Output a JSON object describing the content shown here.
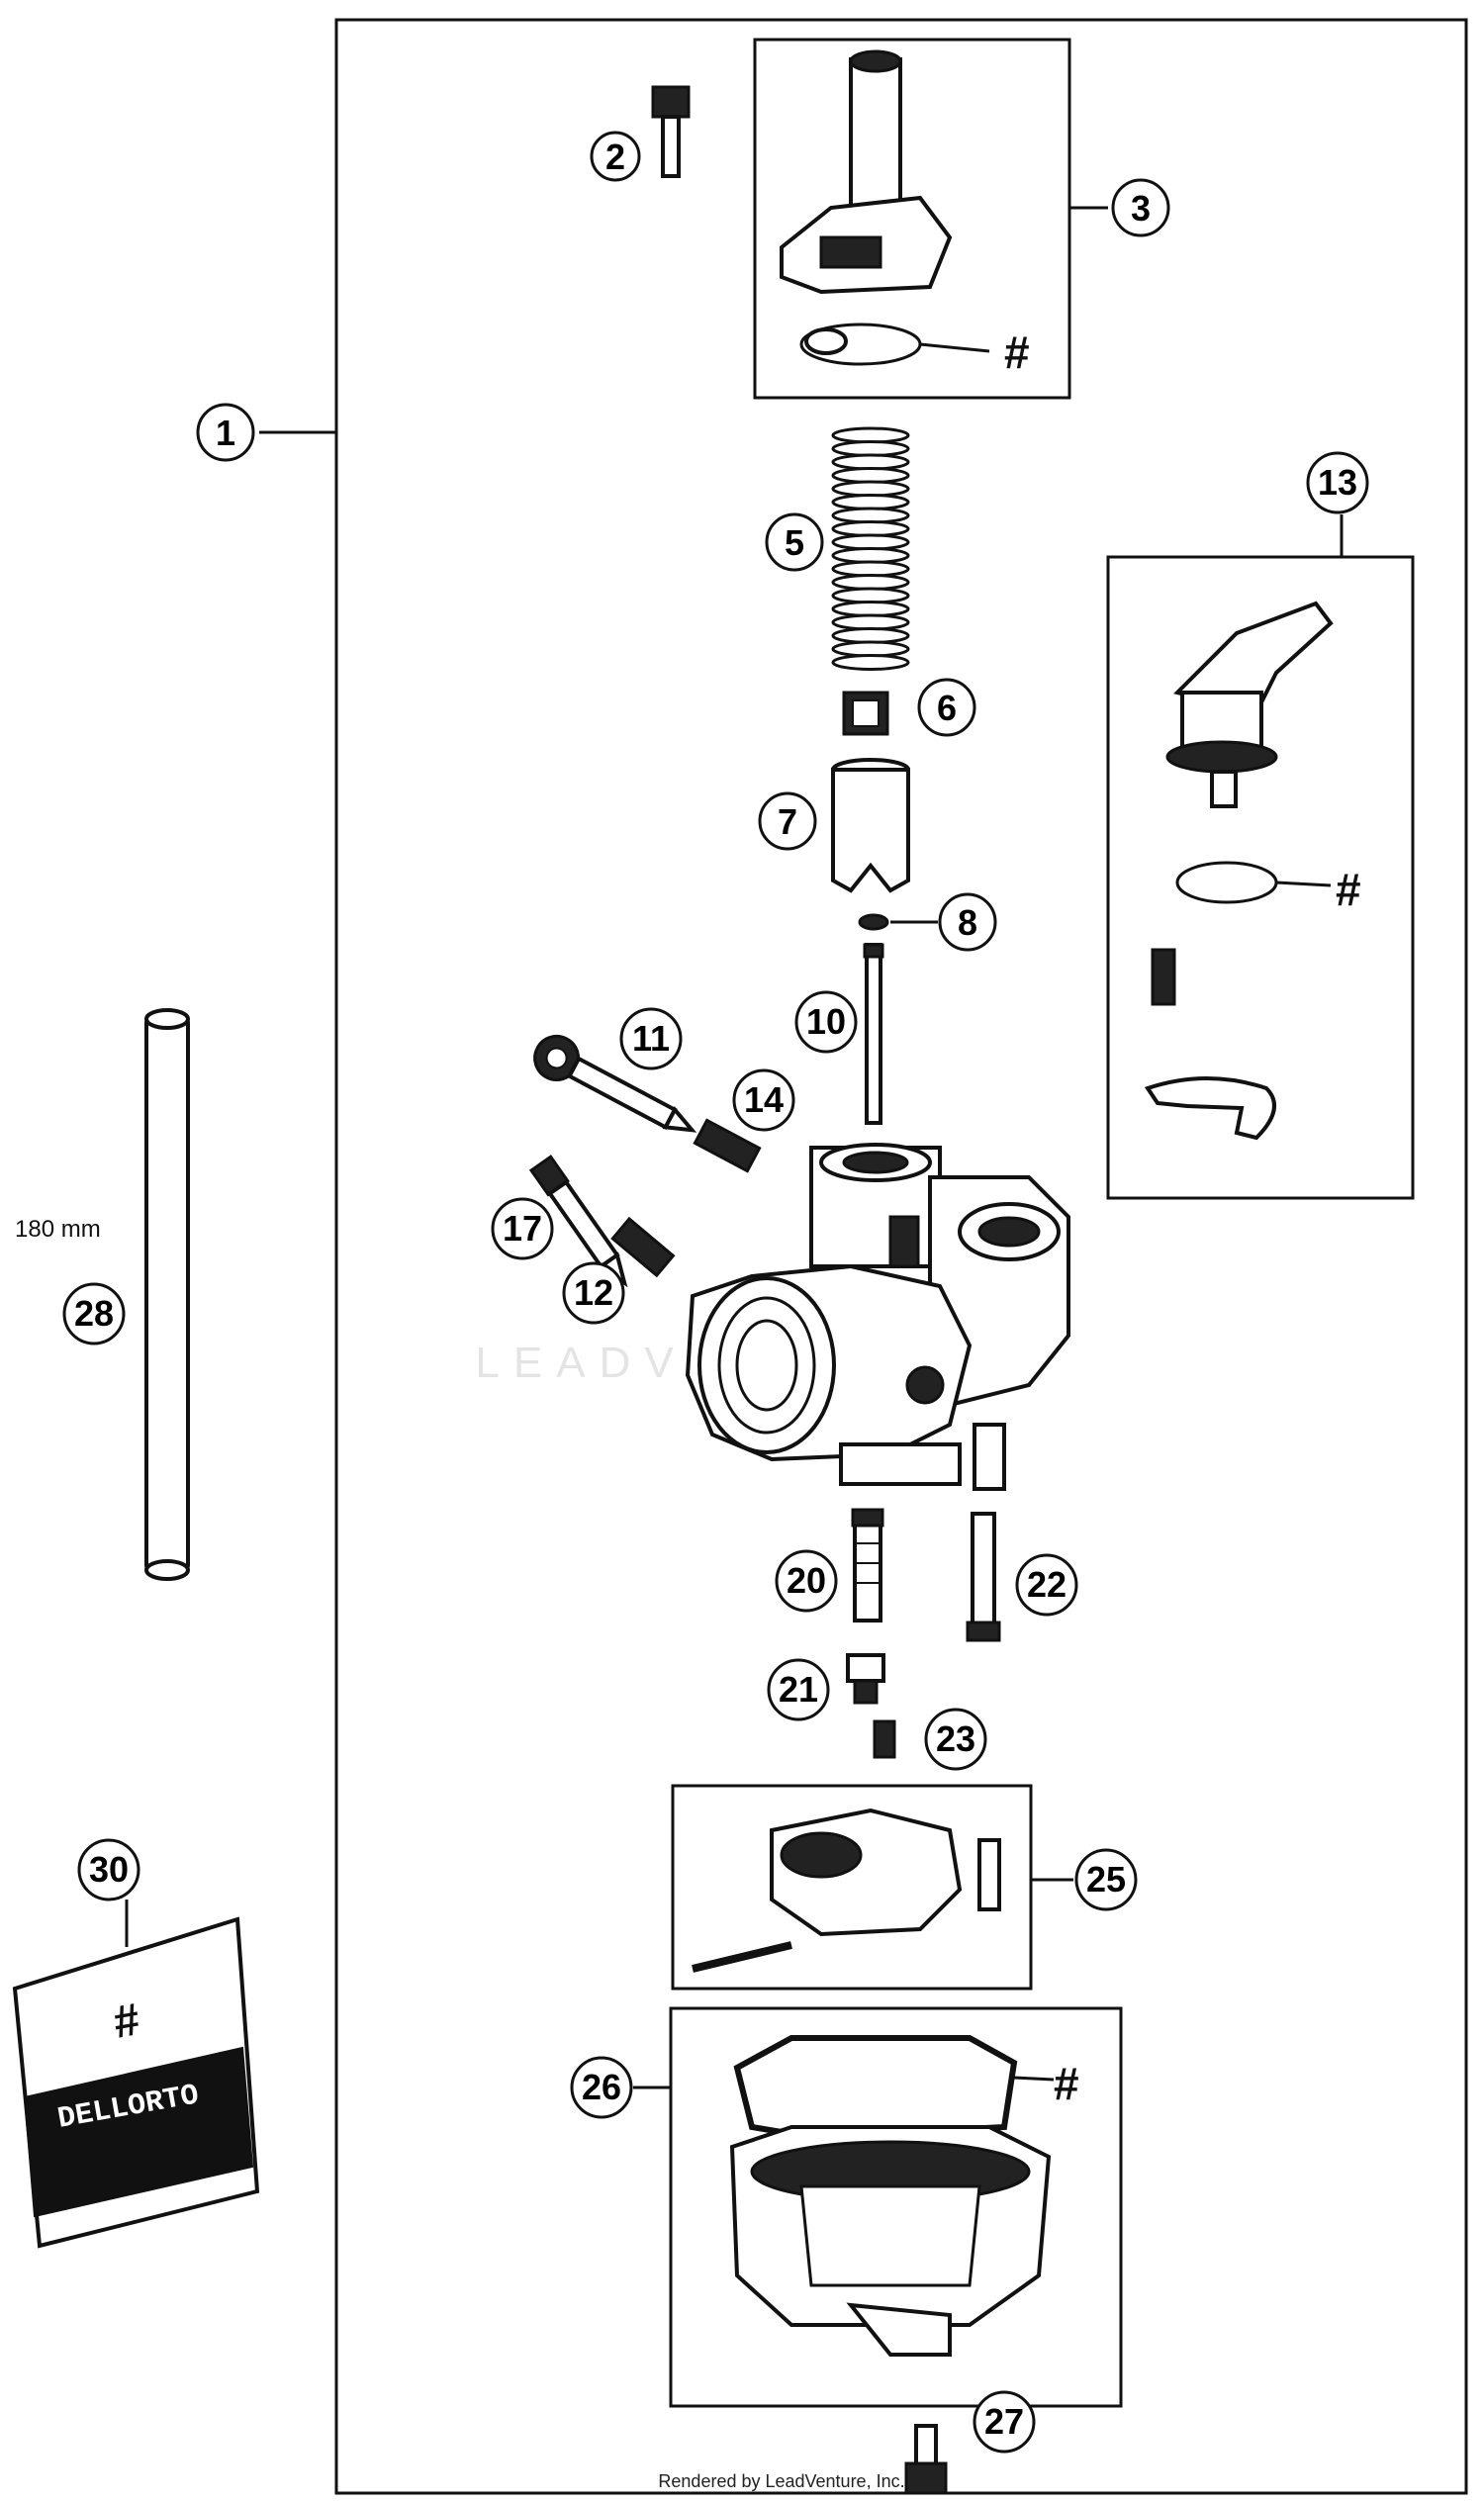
{
  "callouts": {
    "c1": "1",
    "c2": "2",
    "c3": "3",
    "c5": "5",
    "c6": "6",
    "c7": "7",
    "c8": "8",
    "c10": "10",
    "c11": "11",
    "c12": "12",
    "c13": "13",
    "c14": "14",
    "c17": "17",
    "c20": "20",
    "c21": "21",
    "c22": "22",
    "c23": "23",
    "c25": "25",
    "c26": "26",
    "c27": "27",
    "c28": "28",
    "c30": "30"
  },
  "labels": {
    "hash": "#",
    "hose_length": "180 mm",
    "footer": "Rendered by LeadVenture, Inc.",
    "watermark": "LEADVENTURE"
  },
  "colors": {
    "line": "#111111",
    "background": "#ffffff",
    "watermark": "#e6e6e6"
  },
  "icons": {
    "callout": "numbered-circle",
    "kit_marker": "hash-symbol"
  }
}
